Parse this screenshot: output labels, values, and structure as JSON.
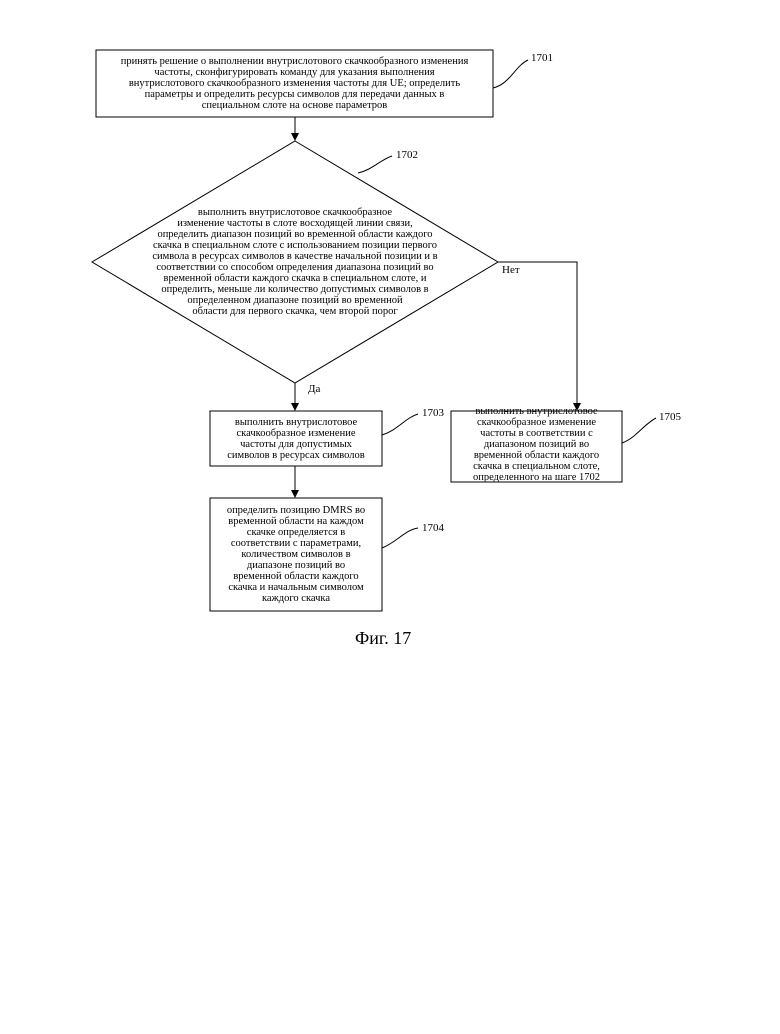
{
  "figure": {
    "caption": "Фиг. 17",
    "steps": {
      "s1701": {
        "text": "принять решение о выполнении внутрислотового скачкообразного изменения\nчастоты, сконфигурировать команду для указания выполнения\nвнутрислотового скачкообразного изменения частоты для UE; определить\nпараметры и определить ресурсы символов для передачи данных в\nспециальном слоте на основе параметров",
        "ref": "1701"
      },
      "s1702": {
        "text": "выполнить внутрислотовое скачкообразное\nизменение частоты в слоте восходящей линии связи,\nопределить диапазон позиций во временной области каждого\nскачка в специальном слоте с использованием позиции первого\nсимвола в ресурсах символов в качестве начальной позиции и в\nсоответствии со способом определения диапазона позиций во\nвременной области каждого скачка в специальном слоте, и\nопределить, меньше ли количество допустимых символов в\nопределенном диапазоне позиций во временной\nобласти для первого скачка, чем второй порог",
        "ref": "1702"
      },
      "s1703": {
        "text": "выполнить внутрислотовое\nскачкообразное изменение\nчастоты для допустимых\nсимволов в ресурсах символов",
        "ref": "1703"
      },
      "s1704": {
        "text": "определить позицию DMRS во\nвременной области на каждом\nскачке определяется в\nсоответствии с параметрами,\nколичеством символов в\nдиапазоне позиций во\nвременной области каждого\nскачка и начальным символом\nкаждого скачка",
        "ref": "1704"
      },
      "s1705": {
        "text": "выполнить внутрислотовое\nскачкообразное изменение\nчастоты в соответствии с\nдиапазоном позиций во\nвременной области каждого\nскачка в специальном слоте,\nопределенного на шаге 1702",
        "ref": "1705"
      }
    },
    "branches": {
      "yes": "Да",
      "no": "Нет"
    }
  }
}
